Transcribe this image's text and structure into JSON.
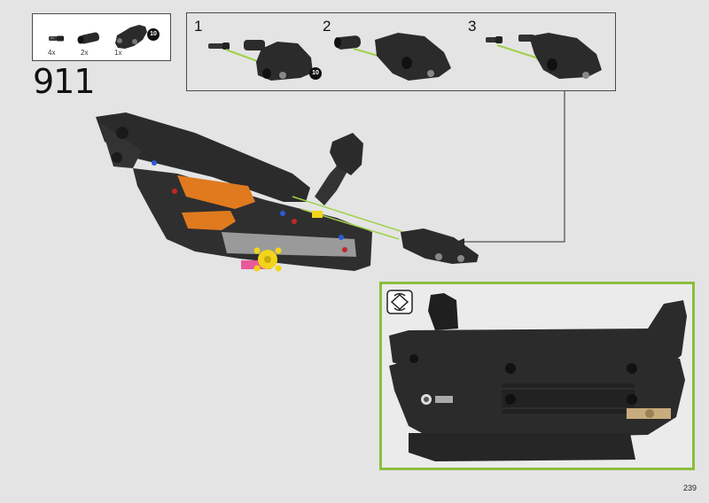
{
  "parts_list": {
    "items": [
      {
        "qty": "4x",
        "part": "pin-connector"
      },
      {
        "qty": "2x",
        "part": "axle-connector"
      },
      {
        "qty": "1x",
        "part": "panel-element"
      }
    ],
    "panel_badge": "10"
  },
  "step": {
    "number": "911"
  },
  "sub_steps": {
    "labels": [
      "1",
      "2",
      "3"
    ],
    "badge": "10"
  },
  "page": {
    "number": "239"
  },
  "colors": {
    "background": "#e4e4e4",
    "dark_parts": "#2b2b2b",
    "orange": "#e07a1f",
    "yellow": "#f2d51a",
    "accent_green": "#8dbd3c",
    "arrow_green": "#9fd04a",
    "pink": "#e85a9a"
  },
  "icons": [
    "rotate-model-icon",
    "arrow-icon"
  ]
}
